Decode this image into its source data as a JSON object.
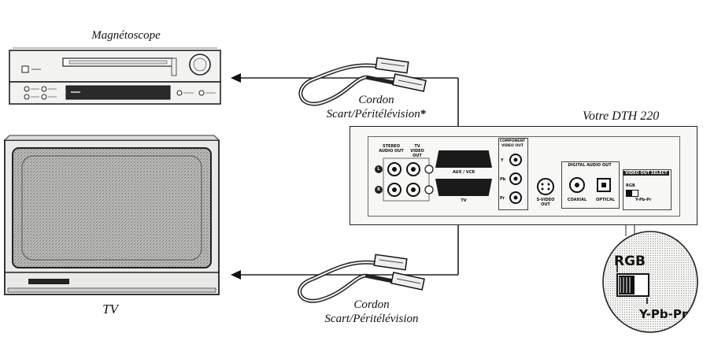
{
  "labels": {
    "vcr_caption": "Magnétoscope",
    "tv_caption": "TV",
    "player_caption": "Votre DTH 220",
    "cable_top_line1": "Cordon",
    "cable_top_line2": "Scart/Péritélévision",
    "cable_top_note": "*",
    "cable_bottom_line1": "Cordon",
    "cable_bottom_line2": "Scart/Péritélévision"
  },
  "player_panel": {
    "stereo_audio_out": "STEREO AUDIO OUT",
    "stereo": "STEREO",
    "audio_out": "AUDIO OUT",
    "tv_video_out": "TV VIDEO OUT",
    "tv": "TV",
    "video_out": "VIDEO OUT",
    "jack_l": "L",
    "jack_r": "R",
    "aux_vcr": "AUX / VCR",
    "tv_scart": "TV",
    "component_video_out": "COMPONENT VIDEO OUT",
    "component": "COMPONENT",
    "video_out_small": "VIDEO OUT",
    "y": "Y",
    "pb": "Pb",
    "pr": "Pr",
    "s_video_out": "S-VIDEO OUT",
    "s_video": "S-VIDEO",
    "out": "OUT",
    "digital_audio_out": "DIGITAL AUDIO OUT",
    "coaxial": "COAXIAL",
    "optical": "OPTICAL",
    "video_out_select": "VIDEO OUT SELECT",
    "rgb_small": "RGB",
    "ypbpr_small": "Y-Pb-Pr"
  },
  "callout": {
    "rgb": "RGB",
    "ypbpr": "Y-Pb-Pr"
  },
  "colors": {
    "ink": "#111111",
    "line": "#222222",
    "device_face": "#f4f4f2",
    "screen_grain": "#9a9a98"
  }
}
